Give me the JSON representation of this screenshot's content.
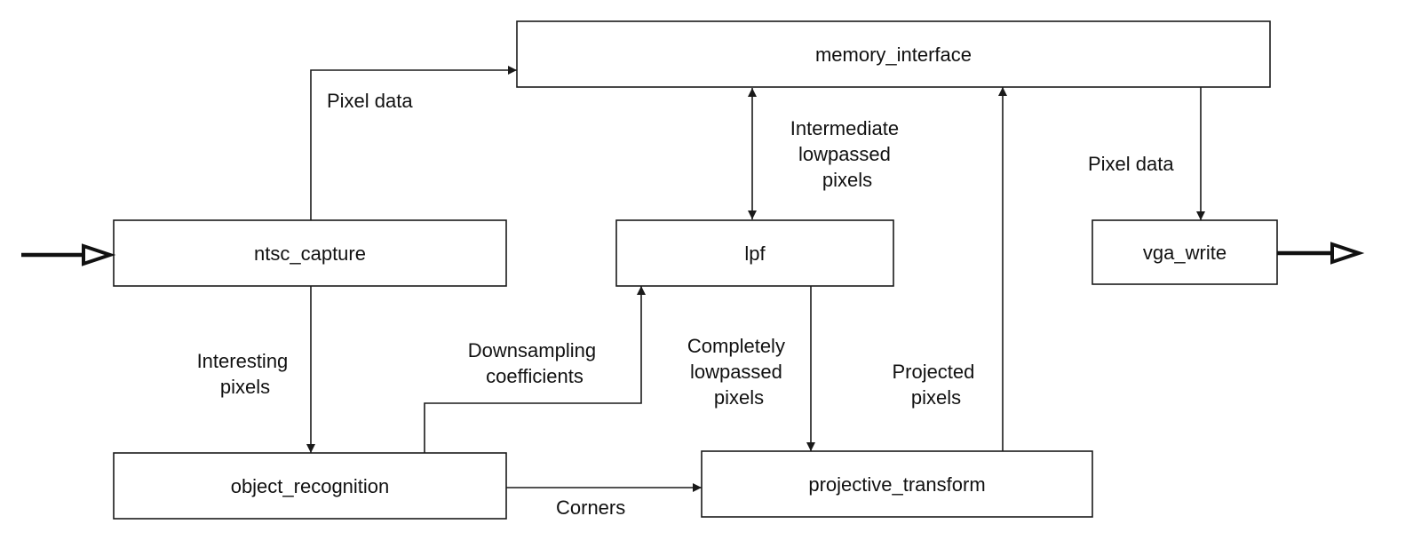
{
  "blocks": {
    "memory_interface": "memory_interface",
    "ntsc_capture": "ntsc_capture",
    "lpf": "lpf",
    "vga_write": "vga_write",
    "object_recognition": "object_recognition",
    "projective_transform": "projective_transform"
  },
  "edges": {
    "capture_to_memory": [
      "Pixel data"
    ],
    "lpf_memory": [
      "Intermediate",
      "lowpassed",
      "pixels"
    ],
    "memory_to_vga": [
      "Pixel data"
    ],
    "capture_to_recognition": [
      "Interesting",
      "pixels"
    ],
    "recognition_to_lpf": [
      "Downsampling",
      "coefficients"
    ],
    "lpf_to_transform": [
      "Completely",
      "lowpassed",
      "pixels"
    ],
    "transform_to_memory": [
      "Projected",
      "pixels"
    ],
    "recognition_to_transform": [
      "Corners"
    ]
  }
}
